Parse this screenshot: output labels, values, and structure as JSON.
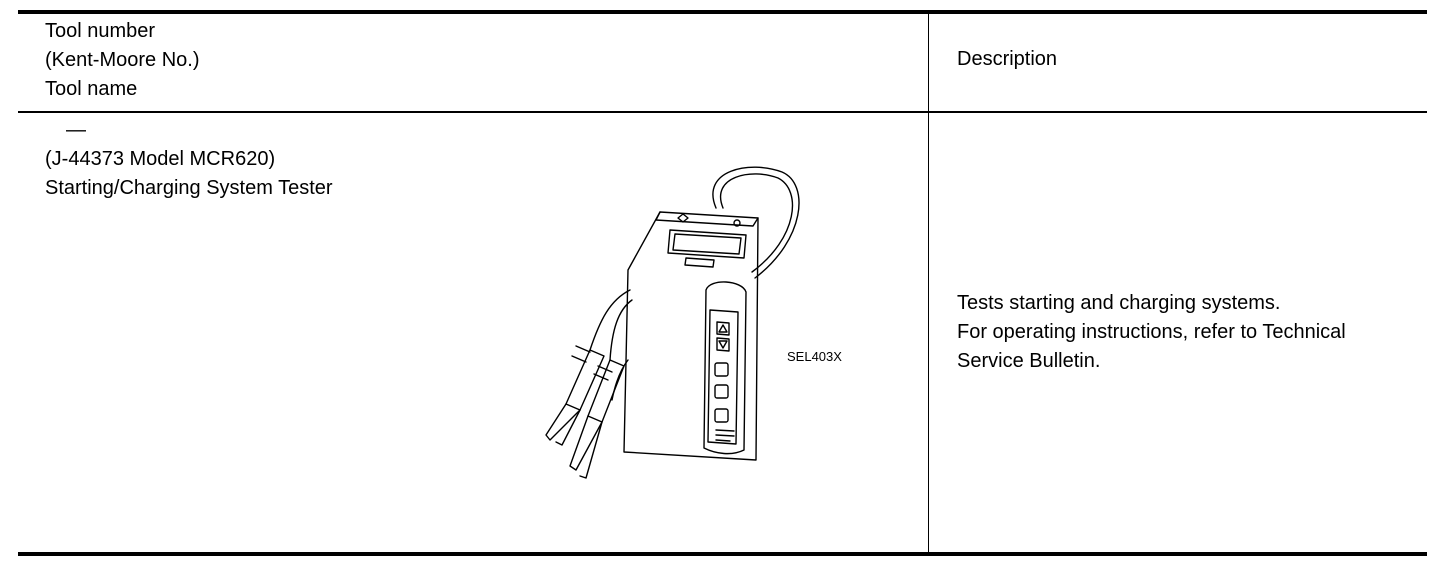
{
  "table": {
    "header": {
      "tool_column": "Tool number\n(Kent-Moore No.)\nTool name",
      "description_column": "Description"
    },
    "rows": [
      {
        "tool_number": "—",
        "tool_text": "(J-44373 Model MCR620)\nStarting/Charging System Tester",
        "figure_code": "SEL403X",
        "description": "Tests starting and charging systems.\nFor operating instructions, refer to Technical\nService Bulletin."
      }
    ]
  }
}
